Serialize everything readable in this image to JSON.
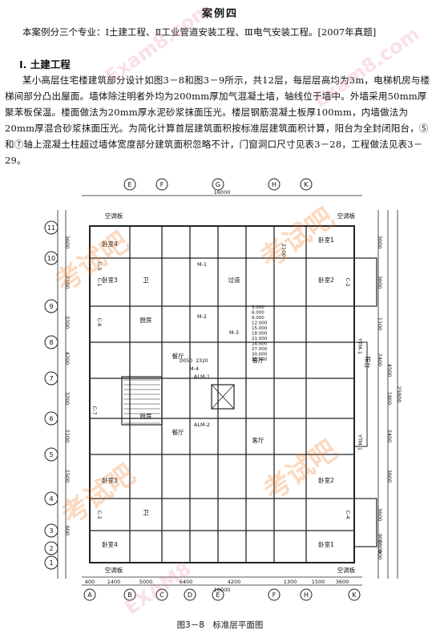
{
  "heading": "案例四",
  "intro": "本案例分三个专业：Ⅰ土建工程、Ⅱ工业管道安装工程、Ⅲ电气安装工程。[2007年真题]",
  "section_title": "Ⅰ. 土建工程",
  "body_text": "某小高层住宅楼建筑部分设计如图3－8和图3－9所示，共12层，每层层高均为3m，电梯机房与楼梯间部分凸出屋面。墙体除注明者外均为200mm厚加气混凝土墙，轴线位于墙中。外墙采用50mm厚聚苯板保温。楼面做法为20mm厚水泥砂浆抹面压光。楼层钢筋混凝土板厚100mm，内墙做法为20mm厚混合砂浆抹面压光。为简化计算首层建筑面积按标准层建筑面积计算，阳台为全封闭阳台，⑤和⑦轴上混凝土柱超过墙体宽度部分建筑面积忽略不计，门窗洞口尺寸见表3－28，工程做法见表3－29。",
  "caption": "图3－8　标准层平面图",
  "watermarks": [
    "考试吧",
    "Exam8.com",
    "EXAM8"
  ],
  "plan": {
    "left_axes": [
      "11",
      "10",
      "9",
      "8",
      "7",
      "6",
      "5",
      "4",
      "3",
      "2",
      "1"
    ],
    "bottom_axes": [
      "A",
      "B",
      "C",
      "D",
      "E",
      "F",
      "H",
      "K"
    ],
    "top_axes": [
      "E",
      "F",
      "G",
      "H",
      "K"
    ],
    "room_labels": [
      "卧室4",
      "卧室3",
      "卫",
      "厨房",
      "餐厅",
      "客厅",
      "卧室2",
      "卧室1",
      "阳台",
      "过道",
      "卧室2",
      "卧室1",
      "客厅",
      "厨房",
      "餐厅",
      "卫",
      "卧室3",
      "卧室4",
      "空调板",
      "空调板",
      "空调板",
      "空调板"
    ],
    "door_labels": [
      "M-1",
      "M-2",
      "M-3",
      "M-4",
      "C-1",
      "C-2",
      "C-3",
      "C-4",
      "C-5",
      "C-6",
      "C-7",
      "YTM-1",
      "YTM-1",
      "ALM-1",
      "ALM-2"
    ],
    "dims_right": [
      "3600",
      "3600",
      "1100",
      "2400",
      "4500",
      "1800",
      "2400",
      "3600",
      "3600",
      "900",
      "1800",
      "900",
      "25800"
    ],
    "dims_left": [
      "3600",
      "2100",
      "3200",
      "4200",
      "3200",
      "2100",
      "1500",
      "600"
    ],
    "dims_bottom": [
      "400",
      "1400",
      "5000",
      "6400",
      "4200",
      "1300",
      "1500",
      "3600",
      "16000"
    ],
    "dims_top": [
      "16000",
      "2100"
    ],
    "notes": [
      "D050",
      "2320",
      "3.000",
      "6.000",
      "9.000",
      "12.000",
      "15.000",
      "18.000",
      "21.000",
      "24.000",
      "27.000",
      "30.000",
      "33.000"
    ]
  }
}
